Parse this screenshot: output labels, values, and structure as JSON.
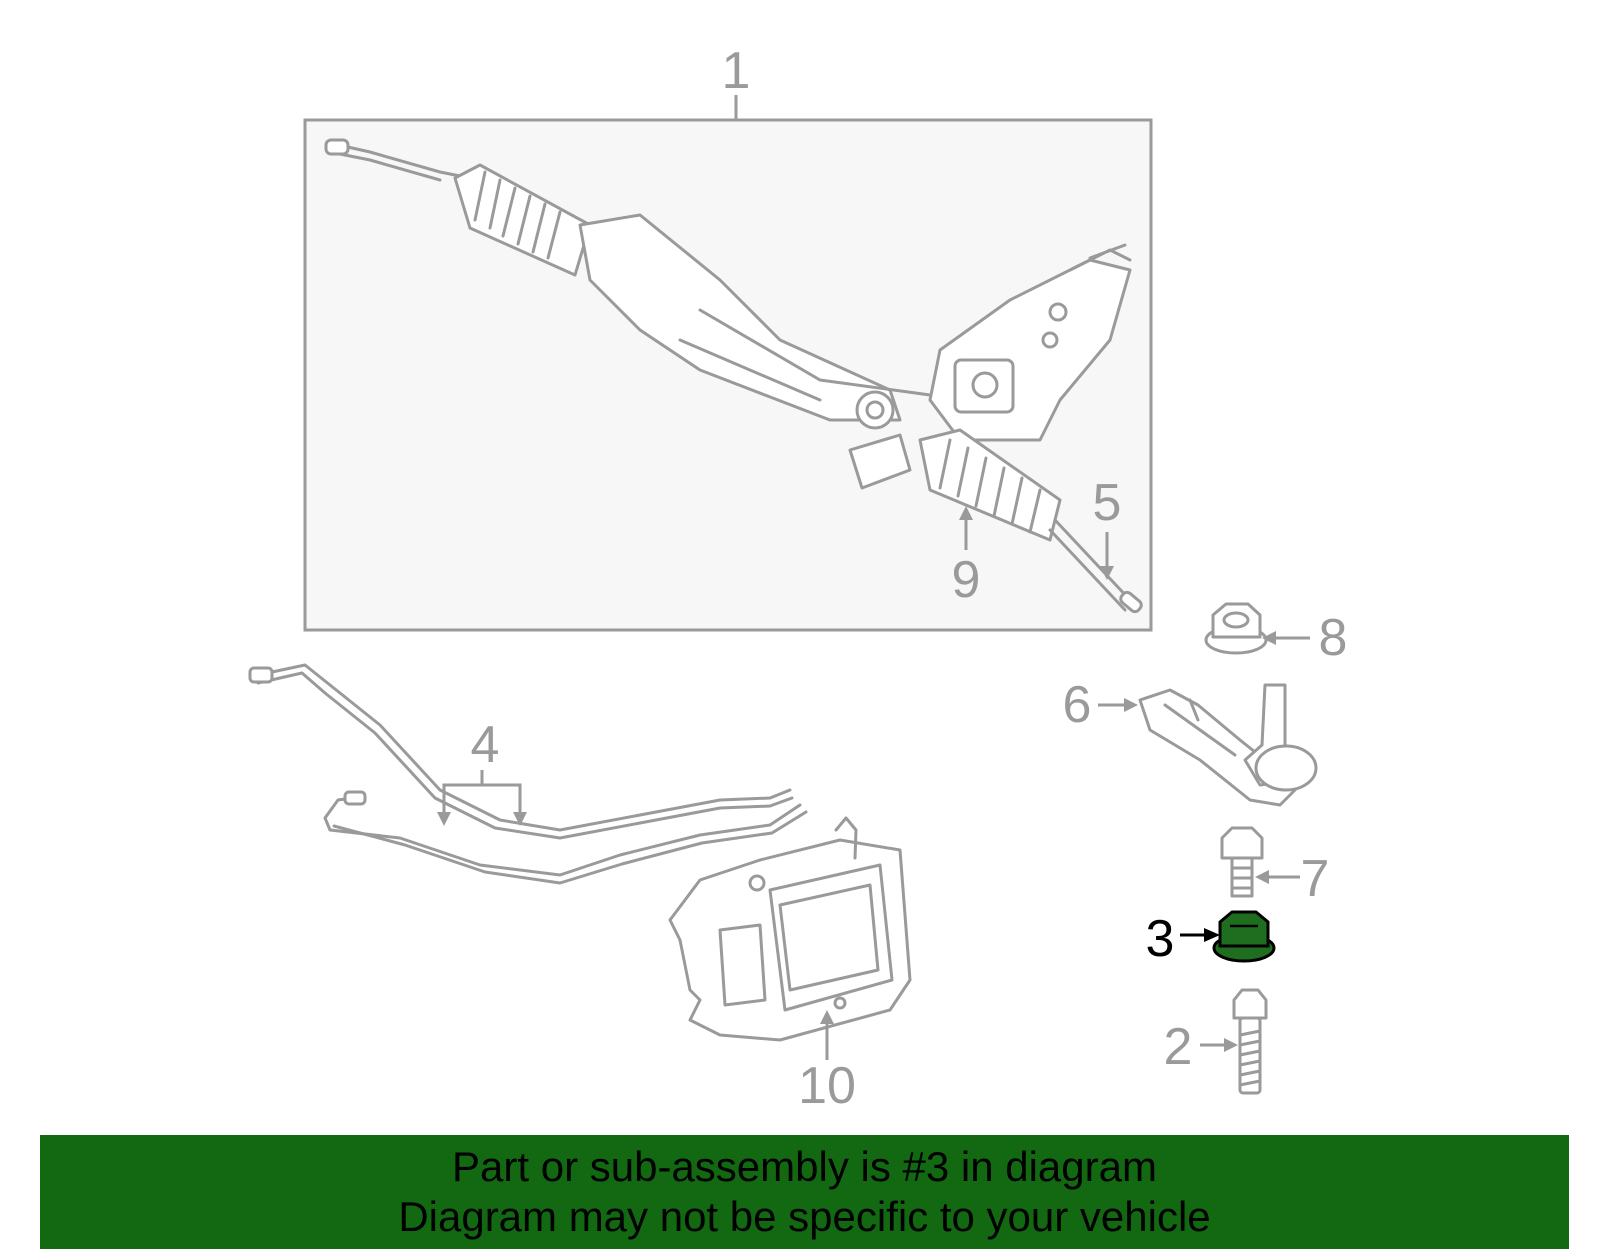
{
  "diagram": {
    "callouts": [
      {
        "id": "1",
        "text": "1"
      },
      {
        "id": "2",
        "text": "2"
      },
      {
        "id": "3",
        "text": "3",
        "highlighted": true
      },
      {
        "id": "4",
        "text": "4"
      },
      {
        "id": "5",
        "text": "5"
      },
      {
        "id": "6",
        "text": "6"
      },
      {
        "id": "7",
        "text": "7"
      },
      {
        "id": "8",
        "text": "8"
      },
      {
        "id": "9",
        "text": "9"
      },
      {
        "id": "10",
        "text": "10"
      }
    ],
    "colors": {
      "line": "#9a9a9a",
      "box_fill": "#f7f7f7",
      "highlight_part": "#1f6e1f",
      "banner_bg": "#126912"
    }
  },
  "banner": {
    "line1": "Part or sub-assembly is #3 in diagram",
    "line2": "Diagram may not be specific to your vehicle"
  }
}
